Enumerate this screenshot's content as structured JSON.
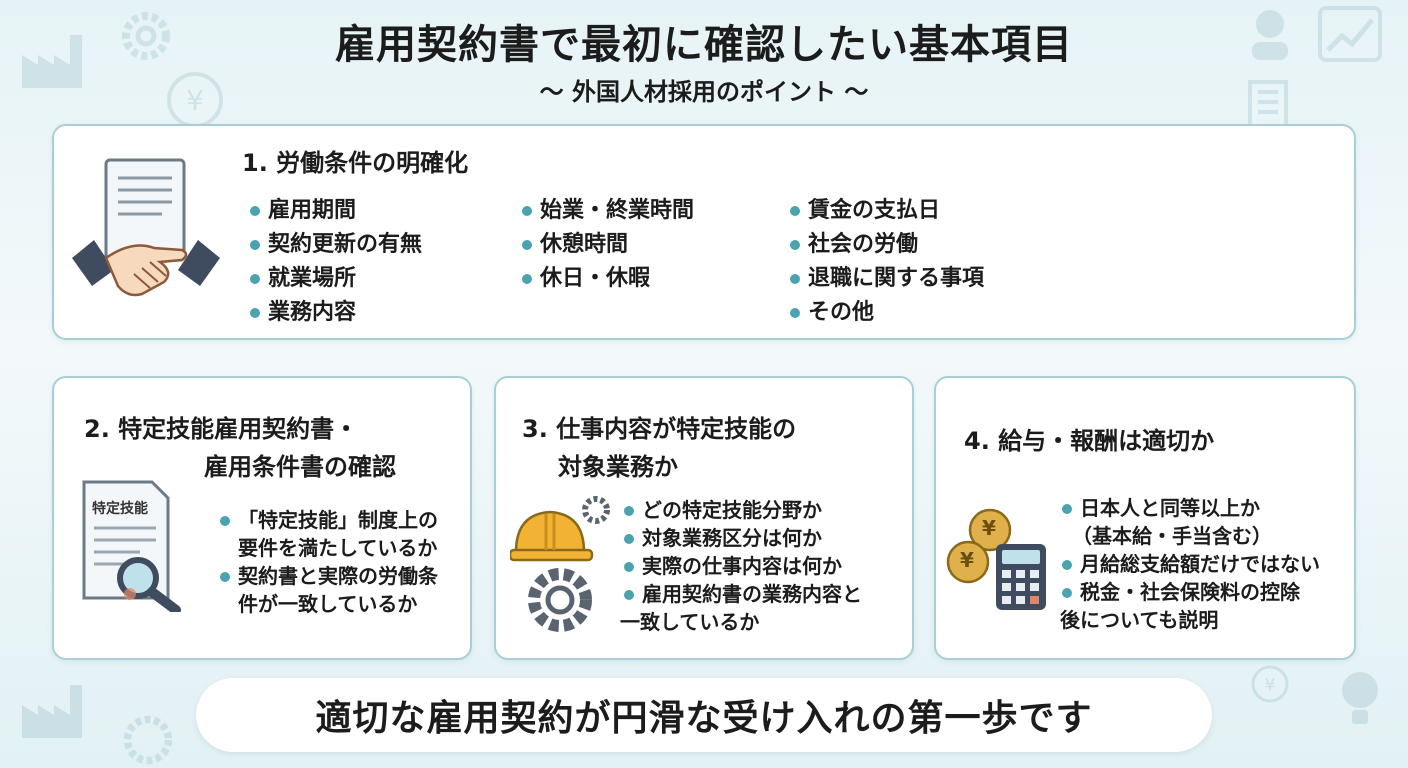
{
  "title": "雇用契約書で最初に確認したい基本項目",
  "subtitle": "〜 外国人材採用のポイント 〜",
  "card1": {
    "title": "1. 労働条件の明確化",
    "col1": [
      "雇用期間",
      "契約更新の有無",
      "就業場所",
      "業務内容"
    ],
    "col2": [
      "始業・終業時間",
      "休憩時間",
      "休日・休暇"
    ],
    "col3": [
      "賃金の支払日",
      "社会の労働",
      "退職に関する事項",
      "その他"
    ]
  },
  "card2": {
    "title_line1": "2. 特定技能雇用契約書・",
    "title_line2": "雇用条件書の確認",
    "doc_label": "特定技能",
    "items": [
      {
        "line1": "「特定技能」制度上の",
        "line2": "要件を満たしているか"
      },
      {
        "line1": "契約書と実際の労働条",
        "line2": "件が一致しているか"
      }
    ]
  },
  "card3": {
    "title_line1": "3. 仕事内容が特定技能の",
    "title_line2": "対象業務か",
    "items": [
      {
        "line1": "どの特定技能分野か",
        "line2": ""
      },
      {
        "line1": "対象業務区分は何か",
        "line2": ""
      },
      {
        "line1": "実際の仕事内容は何か",
        "line2": ""
      },
      {
        "line1": "雇用契約書の業務内容と",
        "line2": "一致しているか"
      }
    ]
  },
  "card4": {
    "title": "4. 給与・報酬は適切か",
    "coin_symbol": "¥",
    "items": [
      {
        "line1": "日本人と同等以上か",
        "line2": "（基本給・手当含む）"
      },
      {
        "line1": "月給総支給額だけではない",
        "line2": ""
      },
      {
        "line1": "税金・社会保険料の控除",
        "line2": "後についても説明"
      }
    ]
  },
  "footer": "適切な雇用契約が円滑な受け入れの第一歩です",
  "colors": {
    "accent": "#4aa3ad",
    "border": "#a9cfd6",
    "helmet": "#f2b233",
    "coin": "#e0b04a"
  }
}
